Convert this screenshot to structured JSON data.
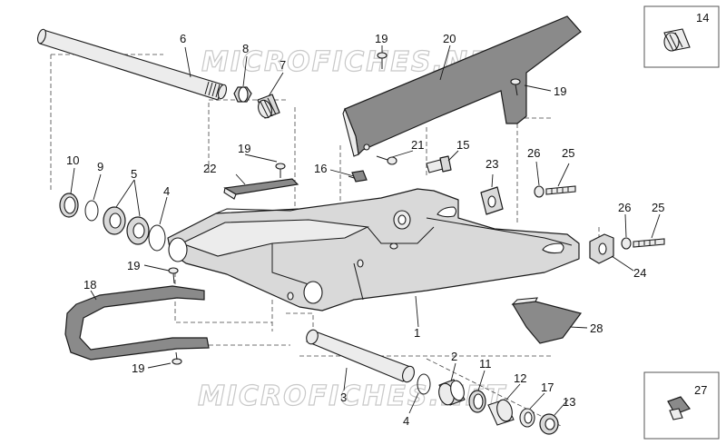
{
  "watermark": {
    "text_top": "MICROFICHES.NET",
    "text_bottom": "MICROFICHES.NET"
  },
  "callouts": {
    "c1": "1",
    "c2": "2",
    "c3": "3",
    "c4a": "4",
    "c4b": "4",
    "c5": "5",
    "c6": "6",
    "c7": "7",
    "c8": "8",
    "c9": "9",
    "c10": "10",
    "c11": "11",
    "c12": "12",
    "c13": "13",
    "c14": "14",
    "c15": "15",
    "c16": "16",
    "c17": "17",
    "c18": "18",
    "c19a": "19",
    "c19b": "19",
    "c19c": "19",
    "c19d": "19",
    "c19e": "19",
    "c20": "20",
    "c21": "21",
    "c22": "22",
    "c23": "23",
    "c24": "24",
    "c25a": "25",
    "c25b": "25",
    "c26a": "26",
    "c26b": "26",
    "c27": "27",
    "c28": "28"
  }
}
